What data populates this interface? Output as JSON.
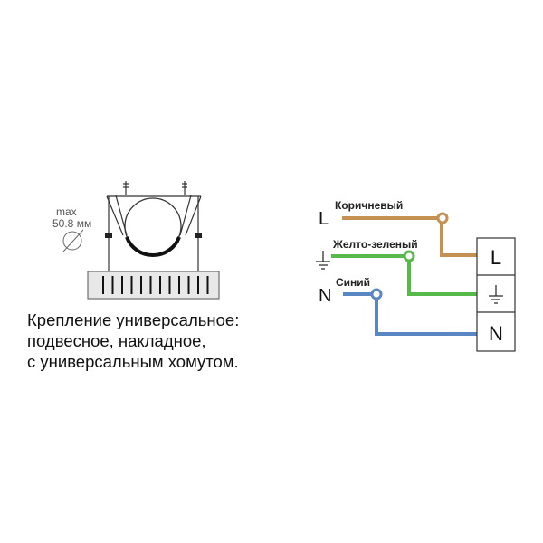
{
  "mount": {
    "max_label": "max",
    "diameter_label": "50.8 мм"
  },
  "caption": {
    "line1": "Крепление универсальное:",
    "line2": "подвесное, накладное,",
    "line3": "с универсальным хомутом."
  },
  "wiring": {
    "left_symbols": {
      "live": "L",
      "neutral": "N",
      "earth_icon": "ground-icon"
    },
    "wire_labels": {
      "brown": "Коричневый",
      "yellow_green": "Желто-зеленый",
      "blue": "Синий"
    },
    "terminals": {
      "live": "L",
      "neutral": "N",
      "earth_icon": "ground-icon"
    },
    "colors": {
      "brown": "#c49152",
      "green": "#57b94a",
      "blue": "#5b86c4",
      "line": "#333333",
      "vent_fill": "#e8e8e8"
    }
  }
}
